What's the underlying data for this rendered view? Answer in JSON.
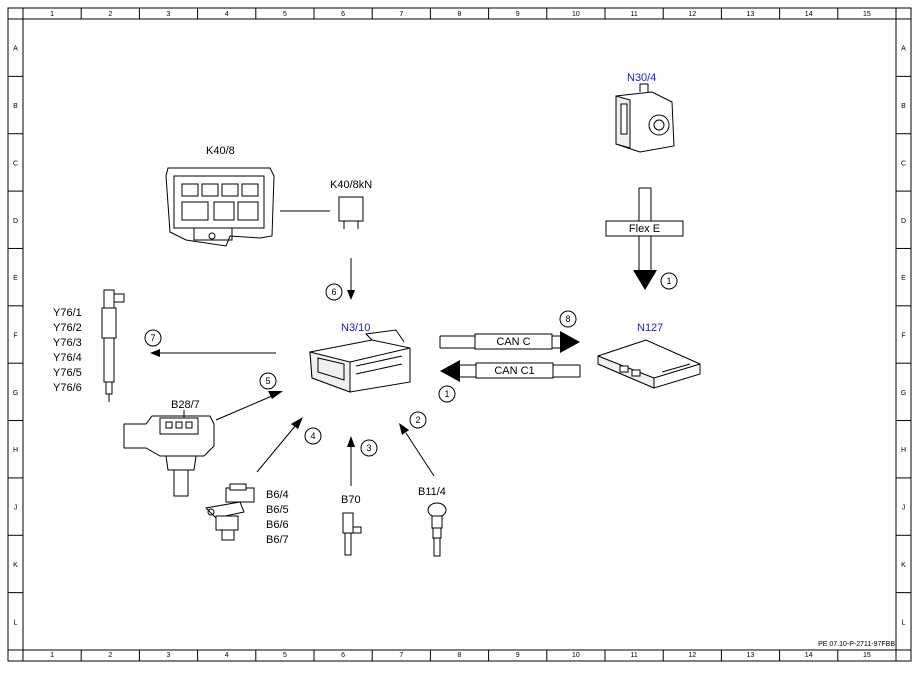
{
  "grid": {
    "columns": [
      "1",
      "2",
      "3",
      "4",
      "5",
      "6",
      "7",
      "8",
      "9",
      "10",
      "11",
      "12",
      "13",
      "14",
      "15"
    ],
    "rows": [
      "A",
      "B",
      "C",
      "D",
      "E",
      "F",
      "G",
      "H",
      "J",
      "K",
      "L"
    ]
  },
  "components": {
    "n30_4": "N30/4",
    "k40_8": "K40/8",
    "k40_8kn": "K40/8kN",
    "n3_10": "N3/10",
    "n127": "N127",
    "b28_7": "B28/7",
    "b70": "B70",
    "b11_4": "B11/4",
    "y76": [
      "Y76/1",
      "Y76/2",
      "Y76/3",
      "Y76/4",
      "Y76/5",
      "Y76/6"
    ],
    "b6": [
      "B6/4",
      "B6/5",
      "B6/6",
      "B6/7"
    ]
  },
  "signals": {
    "flex_e": "Flex E",
    "can_c": "CAN C",
    "can_c1": "CAN C1"
  },
  "markers": [
    "1",
    "1",
    "2",
    "3",
    "4",
    "5",
    "6",
    "7",
    "8"
  ],
  "footer": {
    "reference": "PE 07.10-P-2711-97FBB"
  },
  "colors": {
    "component_label_blue": "#1a1acc",
    "line": "#000000"
  }
}
